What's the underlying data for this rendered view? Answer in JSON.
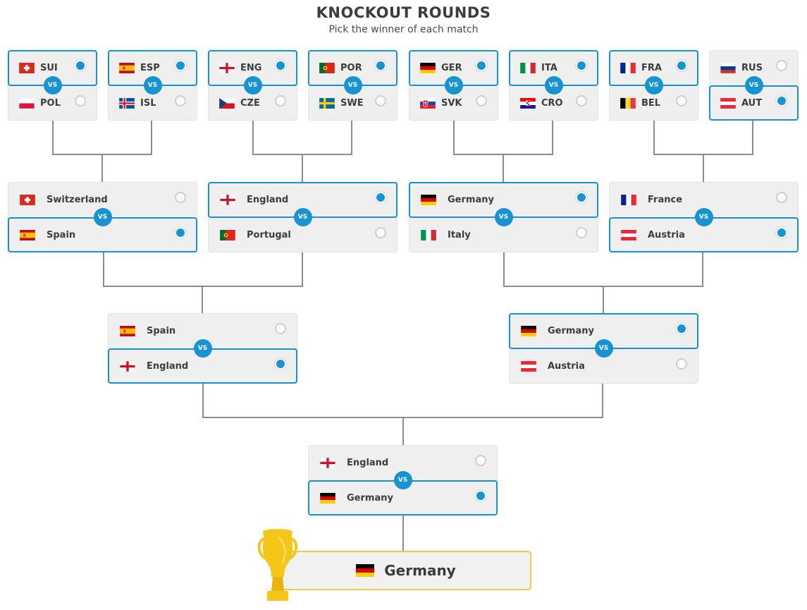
{
  "header": {
    "title": "KNOCKOUT ROUNDS",
    "subtitle": "Pick the winner of each match"
  },
  "colors": {
    "accent": "#1793d1",
    "trophy": "#f5c518",
    "connector": "#8c8c8c"
  },
  "vs_label": "VS",
  "flags": {
    "SUI": "switzerland-flag-icon",
    "POL": "poland-flag-icon",
    "ESP": "spain-flag-icon",
    "ISL": "iceland-flag-icon",
    "ENG": "england-flag-icon",
    "CZE": "czech-flag-icon",
    "POR": "portugal-flag-icon",
    "SWE": "sweden-flag-icon",
    "GER": "germany-flag-icon",
    "SVK": "slovakia-flag-icon",
    "ITA": "italy-flag-icon",
    "CRO": "croatia-flag-icon",
    "FRA": "france-flag-icon",
    "BEL": "belgium-flag-icon",
    "RUS": "russia-flag-icon",
    "AUT": "austria-flag-icon"
  },
  "rounds": {
    "round_of_16": [
      {
        "top": {
          "label": "SUI",
          "flag": "SUI",
          "selected": true
        },
        "bottom": {
          "label": "POL",
          "flag": "POL",
          "selected": false
        }
      },
      {
        "top": {
          "label": "ESP",
          "flag": "ESP",
          "selected": true
        },
        "bottom": {
          "label": "ISL",
          "flag": "ISL",
          "selected": false
        }
      },
      {
        "top": {
          "label": "ENG",
          "flag": "ENG",
          "selected": true
        },
        "bottom": {
          "label": "CZE",
          "flag": "CZE",
          "selected": false
        }
      },
      {
        "top": {
          "label": "POR",
          "flag": "POR",
          "selected": true
        },
        "bottom": {
          "label": "SWE",
          "flag": "SWE",
          "selected": false
        }
      },
      {
        "top": {
          "label": "GER",
          "flag": "GER",
          "selected": true
        },
        "bottom": {
          "label": "SVK",
          "flag": "SVK",
          "selected": false
        }
      },
      {
        "top": {
          "label": "ITA",
          "flag": "ITA",
          "selected": true
        },
        "bottom": {
          "label": "CRO",
          "flag": "CRO",
          "selected": false
        }
      },
      {
        "top": {
          "label": "FRA",
          "flag": "FRA",
          "selected": true
        },
        "bottom": {
          "label": "BEL",
          "flag": "BEL",
          "selected": false
        }
      },
      {
        "top": {
          "label": "RUS",
          "flag": "RUS",
          "selected": false
        },
        "bottom": {
          "label": "AUT",
          "flag": "AUT",
          "selected": true
        }
      }
    ],
    "quarter_finals": [
      {
        "top": {
          "label": "Switzerland",
          "flag": "SUI",
          "selected": false
        },
        "bottom": {
          "label": "Spain",
          "flag": "ESP",
          "selected": true
        }
      },
      {
        "top": {
          "label": "England",
          "flag": "ENG",
          "selected": true
        },
        "bottom": {
          "label": "Portugal",
          "flag": "POR",
          "selected": false
        }
      },
      {
        "top": {
          "label": "Germany",
          "flag": "GER",
          "selected": true
        },
        "bottom": {
          "label": "Italy",
          "flag": "ITA",
          "selected": false
        }
      },
      {
        "top": {
          "label": "France",
          "flag": "FRA",
          "selected": false
        },
        "bottom": {
          "label": "Austria",
          "flag": "AUT",
          "selected": true
        }
      }
    ],
    "semi_finals": [
      {
        "top": {
          "label": "Spain",
          "flag": "ESP",
          "selected": false
        },
        "bottom": {
          "label": "England",
          "flag": "ENG",
          "selected": true
        }
      },
      {
        "top": {
          "label": "Germany",
          "flag": "GER",
          "selected": true
        },
        "bottom": {
          "label": "Austria",
          "flag": "AUT",
          "selected": false
        }
      }
    ],
    "final": [
      {
        "top": {
          "label": "England",
          "flag": "ENG",
          "selected": false
        },
        "bottom": {
          "label": "Germany",
          "flag": "GER",
          "selected": true
        }
      }
    ]
  },
  "champion": {
    "label": "Germany",
    "flag": "GER",
    "icon": "trophy-icon"
  }
}
